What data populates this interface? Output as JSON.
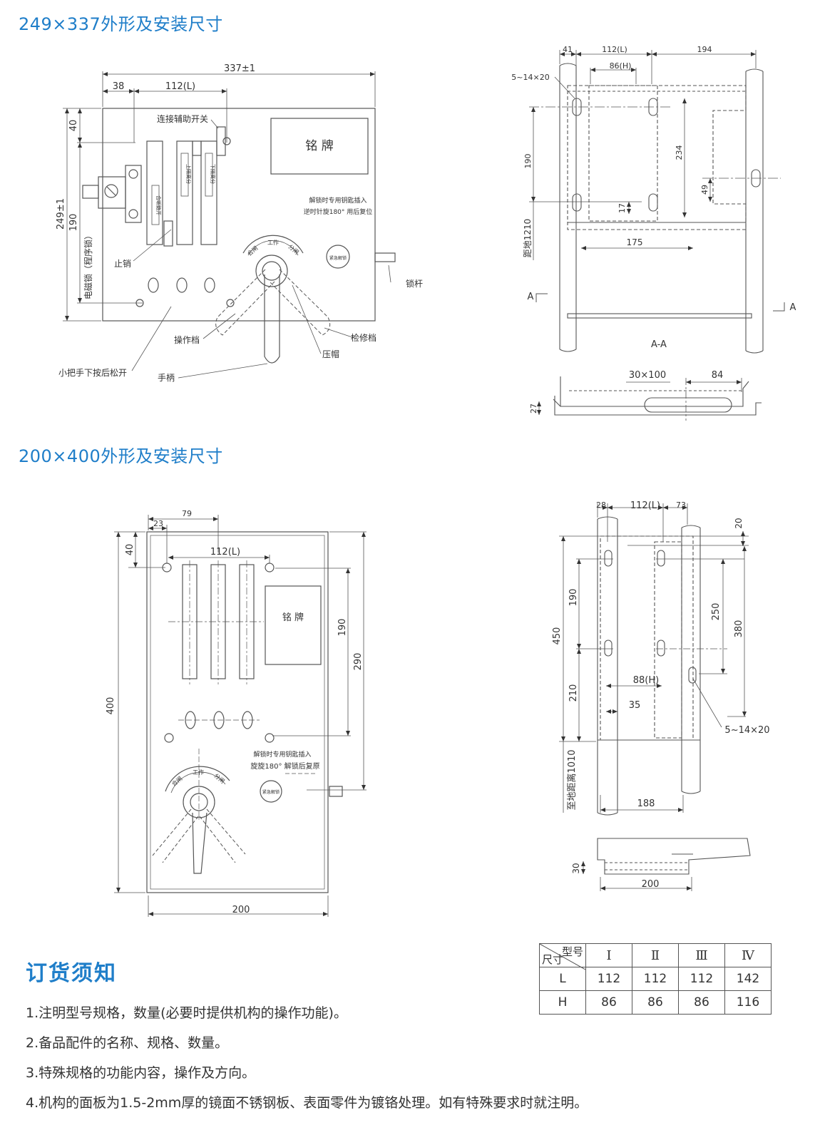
{
  "headings": {
    "drawing1": "249×337外形及安装尺寸",
    "drawing2": "200×400外形及安装尺寸"
  },
  "drawing1": {
    "dims": {
      "width": "337±1",
      "d38": "38",
      "d112": "112(L)",
      "d40": "40",
      "d190": "190",
      "height": "249±1"
    },
    "labels": {
      "aux_switch": "连接辅助开关",
      "nameplate": "铭 牌",
      "stop_pin": "止销",
      "lock_rod": "锁杆",
      "magnet_lock": "电磁锁（程序锁）",
      "operate_pos": "操作档",
      "maintain_pos": "检修档",
      "press_cap": "压帽",
      "handle": "手柄",
      "small_handle": "小把手下按后松开",
      "unlock1": "解锁时专用钥匙插入",
      "unlock2": "逆时针旋180° 用后复位",
      "work": "工作",
      "close": "合闸",
      "open": "分闸",
      "emergency": "紧急解锁",
      "up_isolate": "上隔离分",
      "down_isolate": "下隔离分",
      "breaker": "合断路开"
    }
  },
  "section1": {
    "dims": {
      "d41": "41",
      "d112": "112(L)",
      "d194": "194",
      "d86": "86(H)",
      "slot": "5~14×20",
      "d190": "190",
      "d234": "234",
      "d49": "49",
      "d17": "17",
      "d175": "175",
      "floor": "距地1210",
      "a_left": "A",
      "a_right": "A",
      "aa": "A-A",
      "d30x100": "30×100",
      "d84": "84",
      "d27": "27"
    }
  },
  "drawing2": {
    "dims": {
      "d79": "79",
      "d23": "23",
      "d40": "40",
      "d112": "112(L)",
      "d190": "190",
      "d290": "290",
      "d400": "400",
      "d200": "200"
    },
    "labels": {
      "nameplate": "铭 牌",
      "unlock1": "解锁时专用钥匙插入",
      "unlock2": "旋旋180° 解锁后复原",
      "work": "工作",
      "close": "合闸",
      "open": "分闸",
      "emergency": "紧急解锁"
    }
  },
  "section2": {
    "dims": {
      "d28": "28",
      "d112": "112(L)",
      "d73": "73",
      "d20": "20",
      "d190": "190",
      "d450": "450",
      "d250": "250",
      "d380": "380",
      "d210": "210",
      "d88": "88(H)",
      "d35": "35",
      "slot": "5~14×20",
      "floor": "至地距离1010",
      "d188": "188",
      "d30": "30",
      "d200": "200"
    }
  },
  "order": {
    "title": "订货须知",
    "notes": [
      "1.注明型号规格，数量(必要时提供机构的操作功能)。",
      "2.备品配件的名称、规格、数量。",
      "3.特殊规格的功能内容，操作及方向。",
      "4.机构的面板为1.5-2mm厚的镜面不锈钢板、表面零件为镀铬处理。如有特殊要求时就注明。"
    ]
  },
  "spec_table": {
    "corner_top": "型号",
    "corner_bottom": "尺寸",
    "columns": [
      "Ⅰ",
      "Ⅱ",
      "Ⅲ",
      "Ⅳ"
    ],
    "rows": [
      {
        "label": "L",
        "values": [
          "112",
          "112",
          "112",
          "142"
        ]
      },
      {
        "label": "H",
        "values": [
          "86",
          "86",
          "86",
          "116"
        ]
      }
    ]
  }
}
